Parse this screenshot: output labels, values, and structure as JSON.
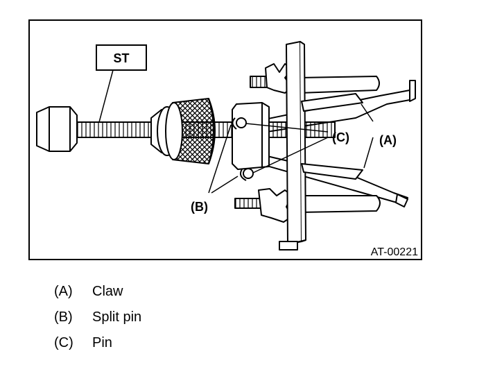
{
  "figure": {
    "tool_label": "ST",
    "callouts": {
      "a": "(A)",
      "b": "(B)",
      "c": "(C)"
    },
    "figure_id": "AT-00221"
  },
  "legend": [
    {
      "key": "(A)",
      "text": "Claw"
    },
    {
      "key": "(B)",
      "text": "Split pin"
    },
    {
      "key": "(C)",
      "text": "Pin"
    }
  ]
}
